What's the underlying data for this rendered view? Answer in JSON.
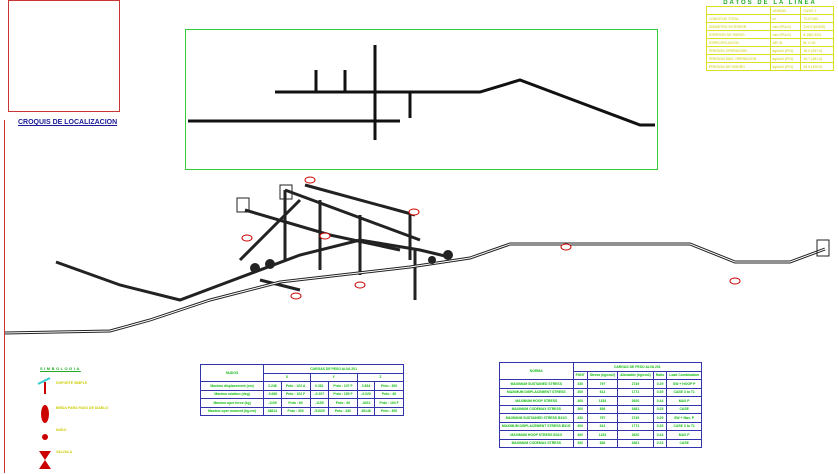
{
  "map": {
    "title": "CROQUIS DE LOCALIZACION"
  },
  "datos": {
    "title": "DATOS DE LA LINEA",
    "headers": [
      "",
      "UNIDAD",
      "CASO 1"
    ],
    "rows": [
      [
        "LONGITUD TOTAL",
        "m",
        "73.07433"
      ],
      [
        "DIAMETRO EXTERIOR",
        "mm (PULG)",
        "219.07(8.625)"
      ],
      [
        "ESPESOR DE PARED",
        "mm (PULG)",
        "8.18(0.322)"
      ],
      [
        "ESPECIFICACION",
        "API 5L",
        "5L X-52"
      ],
      [
        "PRESION OPERACION",
        "kg/cm2 (PSI)",
        "18.0 (257.0)"
      ],
      [
        "PRESION MAX. OPERACION",
        "kg/cm2 (PSI)",
        "19.7 (281.0)"
      ],
      [
        "PRESION DE DISEÑO",
        "kg/cm2 (PSI)",
        "29.5 (420.0)"
      ]
    ]
  },
  "table1": {
    "corner": "NUDOS",
    "title": "CARGAS DE PESO ALVA 201",
    "axes": [
      "X",
      "Y",
      "Z"
    ],
    "rows": [
      [
        "Maximo displacement (cm)",
        "2.248",
        "Pnto : 102 A",
        "0.381",
        "Pnto : 107 F",
        "0.834",
        "Pnto : 300"
      ],
      [
        "Maximo rotation (deg)",
        "-0.066",
        "Pnto : 102 F",
        "-0.107",
        "Pnto : 150 F",
        "-0.020",
        "Pnto : 60"
      ],
      [
        "Maximo oper force (kg)",
        "-1109",
        "Pnto : 60",
        "-1159",
        "Pnto : 60",
        "-4022",
        "Pnto : 104 F"
      ],
      [
        "Maximo oper moment (kg-cm)",
        "48814",
        "Pnto : 300",
        "-51029",
        "Pnto : 330",
        "49146",
        "Pnto : 300"
      ]
    ]
  },
  "table2": {
    "corner": "NORMA",
    "title": "CARGAS DE PESO ALVA 201",
    "headers": [
      "PUNT",
      "Stress (kg/cm2)",
      "Allowable (kg/cm2)",
      "Ratio",
      "Load Combination"
    ],
    "rows": [
      [
        "MAXIMUM SUSTAINED STRESS",
        "330",
        "797",
        "2749",
        "0.29",
        "SW + HOOP P"
      ],
      [
        "MAXIMUM DISPLACEMENT STRESS",
        "300",
        "613",
        "1772",
        "0.35",
        "CASE 3 to T1"
      ],
      [
        "MAXIMUM HOOP STRESS",
        "400",
        "1153",
        "2620",
        "0.44",
        "MAX P"
      ],
      [
        "MAXIMUM CODEMAX STRESS",
        "300",
        "836",
        "3481",
        "0.25",
        "CASE"
      ],
      [
        "MAXIMUM SUSTAINED STRESS B31G",
        "330",
        "797",
        "2749",
        "0.29",
        "SW + Max. P"
      ],
      [
        "MAXIMUM DISPLACEMENT STRESS B31G",
        "300",
        "613",
        "1772",
        "0.35",
        "CASE 3 to T1"
      ],
      [
        "MAXIMUM HOOP STRESS B31G",
        "400",
        "1153",
        "2620",
        "0.44",
        "MAX P"
      ],
      [
        "MAXIMUM CODEMAX STRESS",
        "300",
        "836",
        "3481",
        "0.24",
        "CASE"
      ]
    ]
  },
  "simbologia": {
    "title": "SIMBOLOGIA",
    "items": [
      "SOPORTE SIMPLE",
      "BRIDA PARA PASO DE DIABLO",
      "NUDO",
      "VALVULA"
    ]
  }
}
